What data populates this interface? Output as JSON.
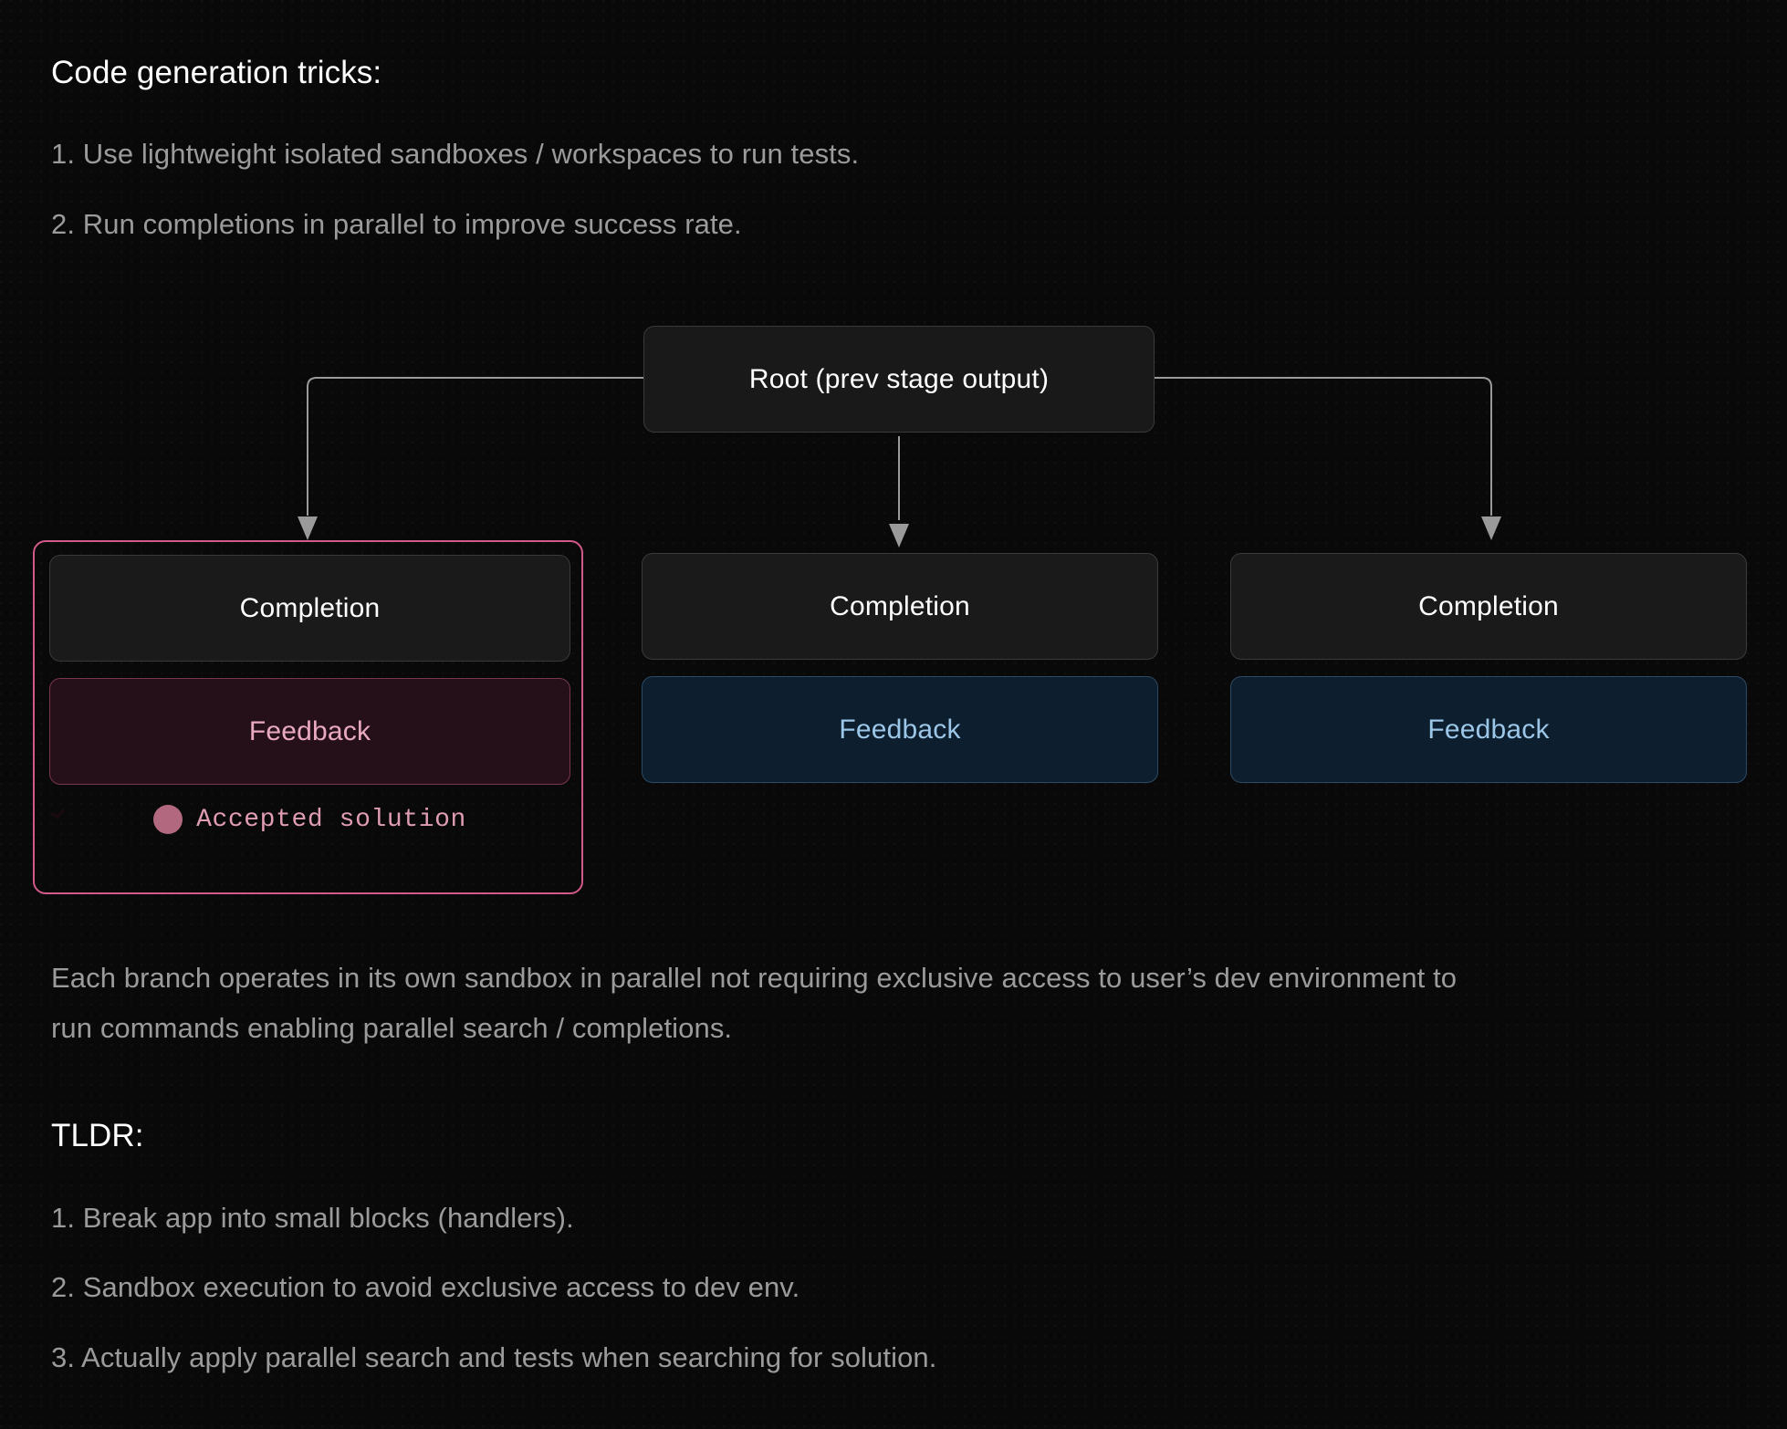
{
  "sections": {
    "tricks": {
      "heading": "Code generation tricks:",
      "items": [
        "1. Use lightweight isolated sandboxes / workspaces to run tests.",
        "2. Run completions in parallel to improve success rate."
      ]
    },
    "description": "Each branch operates in its own sandbox in parallel not requiring exclusive access to user’s dev environment to run commands enabling parallel search / completions.",
    "tldr": {
      "heading": "TLDR:",
      "items": [
        "1. Break app into small blocks (handlers).",
        "2. Sandbox execution to avoid exclusive access to dev env.",
        "3. Actually apply parallel search and tests when searching for solution."
      ]
    }
  },
  "diagram": {
    "root": {
      "label": "Root (prev stage output)"
    },
    "branches": [
      {
        "id": "branch-left",
        "highlighted": true,
        "completion_label": "Completion",
        "feedback_label": "Feedback",
        "status_label": "Accepted solution",
        "status_icon": "circle-check-icon"
      },
      {
        "id": "branch-middle",
        "highlighted": false,
        "completion_label": "Completion",
        "feedback_label": "Feedback"
      },
      {
        "id": "branch-right",
        "highlighted": false,
        "completion_label": "Completion",
        "feedback_label": "Feedback"
      }
    ]
  },
  "colors": {
    "background": "#090909",
    "heading_text": "#ffffff",
    "body_text": "#9b9b9b",
    "node_fill": "#1a1a1a",
    "node_border": "#3a3a3a",
    "accent_pink": "#d2598a",
    "feedback_pink_text": "#e9a9bf",
    "feedback_pink_fill": "#25101a",
    "feedback_blue_text": "#9cc6e8",
    "feedback_blue_fill": "#0d1f2e",
    "feedback_blue_border": "#2c4a63",
    "connector_line": "#9a9a9a"
  }
}
